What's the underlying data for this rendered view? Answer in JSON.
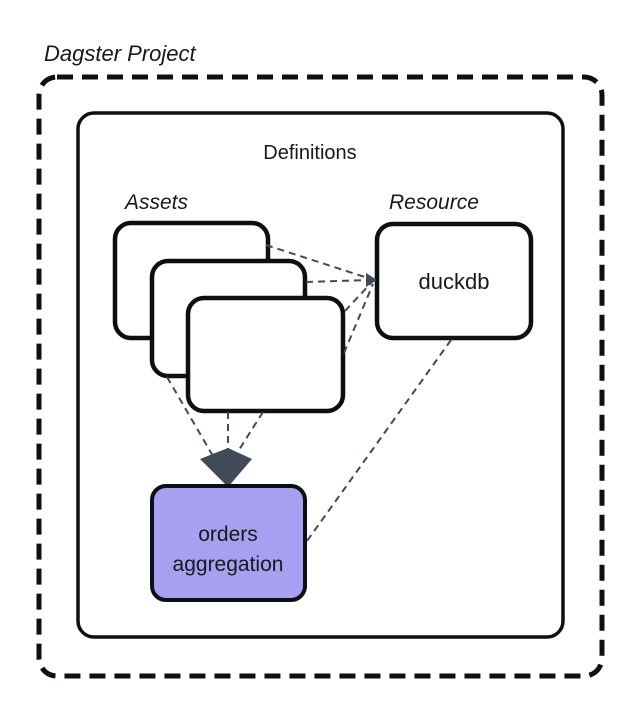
{
  "diagram": {
    "title": "Dagster Project",
    "container": {
      "label": "Definitions"
    },
    "assets_group": {
      "label": "Assets",
      "stack_count": 3
    },
    "resource_group": {
      "label": "Resource",
      "node_label": "duckdb"
    },
    "asset_node": {
      "line1": "orders",
      "line2": "aggregation"
    },
    "edges": [
      {
        "from": "asset-cards",
        "to": "duckdb",
        "style": "dashed"
      },
      {
        "from": "asset-cards",
        "to": "orders-aggregation",
        "style": "dashed-arrow"
      },
      {
        "from": "duckdb",
        "to": "orders-aggregation",
        "style": "dashed"
      }
    ]
  },
  "colors": {
    "background": "#ffffff",
    "border": "#0d0f12",
    "connector": "#414a57",
    "arrowhead": "#414a57",
    "asset_node_fill": "#a7a0f0",
    "text": "#16181d"
  }
}
